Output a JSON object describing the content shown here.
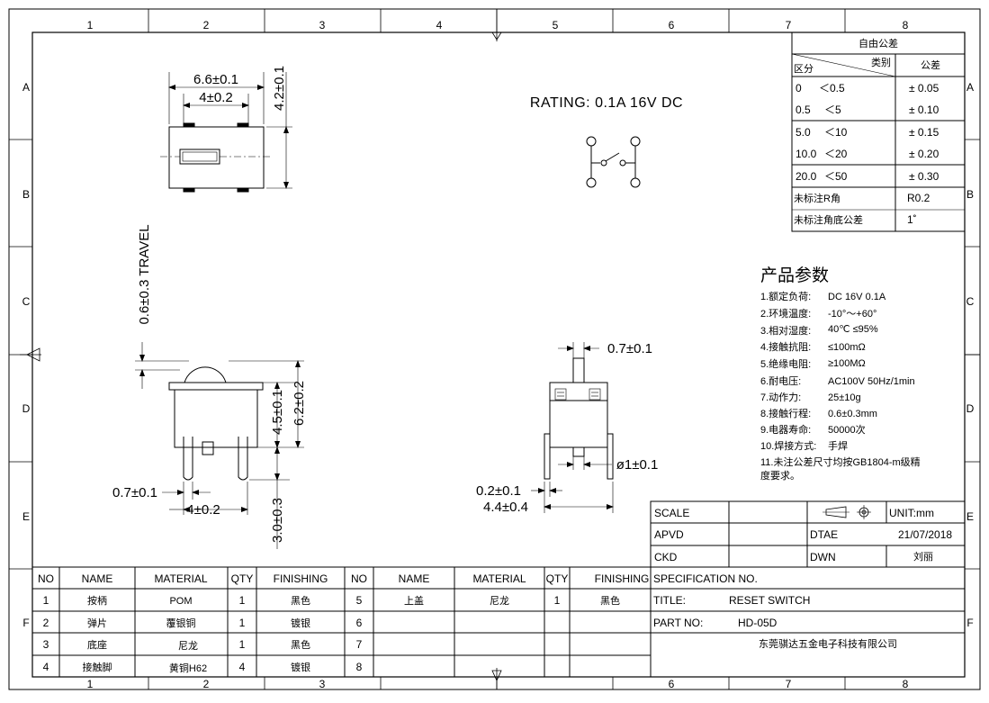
{
  "grid": {
    "cols": [
      "1",
      "2",
      "3",
      "4",
      "5",
      "6",
      "7",
      "8"
    ],
    "rows": [
      "A",
      "B",
      "C",
      "D",
      "E",
      "F"
    ]
  },
  "rating": "RATING: 0.1A 16V DC",
  "dims": {
    "top_width": "6.6±0.1",
    "top_inner": "4±0.2",
    "top_height": "4.2±0.1",
    "travel": "0.6±0.3 TRAVEL",
    "h45": "4.5±0.1",
    "h62": "6.2±0.2",
    "pin_w": "0.7±0.1",
    "pin_gap": "4±0.2",
    "pin_len": "3.0±0.3",
    "side_top": "0.7±0.1",
    "side_dia": "ø1±0.1",
    "side_thk": "0.2±0.1",
    "side_w": "4.4±0.4"
  },
  "tolerance": {
    "title": "自由公差",
    "h_category": "类别",
    "h_range": "区分",
    "h_tol": "公差",
    "rows": [
      {
        "a": "0",
        "b": "＜0.5",
        "tol": "± 0.05"
      },
      {
        "a": "0.5",
        "b": "＜5",
        "tol": "± 0.10"
      },
      {
        "a": "5.0",
        "b": "＜10",
        "tol": "± 0.15"
      },
      {
        "a": "10.0",
        "b": "＜20",
        "tol": "± 0.20"
      },
      {
        "a": "20.0",
        "b": "＜50",
        "tol": "± 0.30"
      }
    ],
    "r_label": "未标注R角",
    "r_value": "R0.2",
    "angle_label": "未标注角底公差",
    "angle_value": "1˚"
  },
  "params": {
    "title": "产品参数",
    "items": [
      {
        "label": "1.额定负荷:",
        "value": "DC 16V 0.1A"
      },
      {
        "label": "2.环境温度:",
        "value": "-10°～+60°"
      },
      {
        "label": "3.相对湿度:",
        "value": "40℃ ≤95%"
      },
      {
        "label": "4.接触抗阻:",
        "value": "≤100mΩ"
      },
      {
        "label": "5.绝缘电阻:",
        "value": "≥100MΩ"
      },
      {
        "label": "6.耐电压:",
        "value": "AC100V 50Hz/1min"
      },
      {
        "label": "7.动作力:",
        "value": "25±10g"
      },
      {
        "label": "8.接触行程:",
        "value": "0.6±0.3mm"
      },
      {
        "label": "9.电器寿命:",
        "value": "50000次"
      },
      {
        "label": "10.焊接方式:",
        "value": "手焊"
      }
    ],
    "note_line1": "11.未注公差尺寸均按GB1804-m级精",
    "note_line2": "度要求。"
  },
  "titleblock": {
    "scale_label": "SCALE",
    "unit": "UNIT:mm",
    "apvd_label": "APVD",
    "date_label": "DTAE",
    "date": "21/07/2018",
    "ckd_label": "CKD",
    "dwn_label": "DWN",
    "dwn_name": "刘丽",
    "spec_label": "SPECIFICATION NO.",
    "title_label": "TITLE:",
    "title_value": "RESET SWITCH",
    "part_label": "PART NO:",
    "part_value": "HD-05D",
    "company": "东莞骐达五金电子科技有限公司"
  },
  "bom": {
    "headers": [
      "NO",
      "NAME",
      "MATERIAL",
      "QTY",
      "FINISHING",
      "NO",
      "NAME",
      "MATERIAL",
      "QTY",
      "FINISHING"
    ],
    "rows": [
      [
        "1",
        "按柄",
        "POM",
        "1",
        "黑色",
        "5",
        "上盖",
        "尼龙",
        "1",
        "黑色"
      ],
      [
        "2",
        "弹片",
        "覆银铜",
        "1",
        "镀银",
        "6",
        "",
        "",
        "",
        ""
      ],
      [
        "3",
        "底座",
        "尼龙",
        "1",
        "黑色",
        "7",
        "",
        "",
        "",
        ""
      ],
      [
        "4",
        "接触脚",
        "黄铜H62",
        "4",
        "镀银",
        "8",
        "",
        "",
        "",
        ""
      ]
    ]
  }
}
